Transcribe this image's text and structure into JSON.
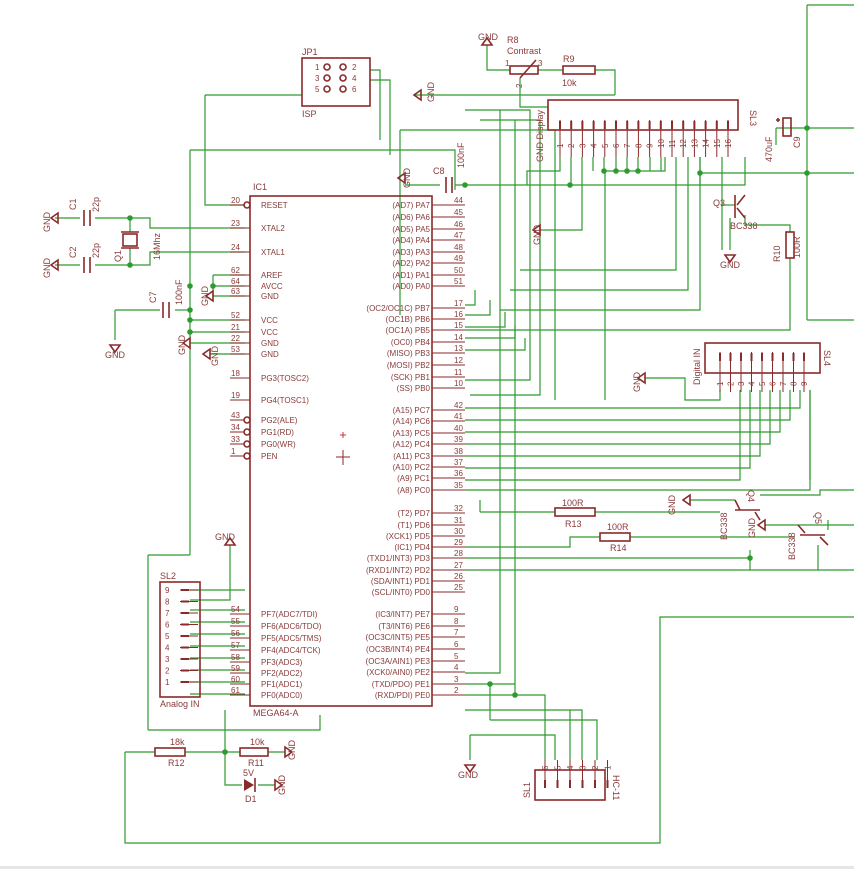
{
  "ic": {
    "name": "IC1",
    "value": "MEGA64-A",
    "left_pins": [
      {
        "num": "20",
        "name": "RESET"
      },
      {
        "num": "23",
        "name": "XTAL2"
      },
      {
        "num": "24",
        "name": "XTAL1"
      },
      {
        "num": "62",
        "name": "AREF"
      },
      {
        "num": "64",
        "name": "AVCC"
      },
      {
        "num": "63",
        "name": "GND"
      },
      {
        "num": "52",
        "name": "VCC"
      },
      {
        "num": "21",
        "name": "VCC"
      },
      {
        "num": "22",
        "name": "GND"
      },
      {
        "num": "53",
        "name": "GND"
      },
      {
        "num": "18",
        "name": "PG3(TOSC2)"
      },
      {
        "num": "19",
        "name": "PG4(TOSC1)"
      },
      {
        "num": "43",
        "name": "PG2(ALE)"
      },
      {
        "num": "34",
        "name": "PG1(RD)"
      },
      {
        "num": "33",
        "name": "PG0(WR)"
      },
      {
        "num": "1",
        "name": "PEN"
      },
      {
        "num": "54",
        "name": "PF7(ADC7/TDI)"
      },
      {
        "num": "55",
        "name": "PF6(ADC6/TDO)"
      },
      {
        "num": "56",
        "name": "PF5(ADC5/TMS)"
      },
      {
        "num": "57",
        "name": "PF4(ADC4/TCK)"
      },
      {
        "num": "58",
        "name": "PF3(ADC3)"
      },
      {
        "num": "59",
        "name": "PF2(ADC2)"
      },
      {
        "num": "60",
        "name": "PF1(ADC1)"
      },
      {
        "num": "61",
        "name": "PF0(ADC0)"
      }
    ],
    "right_pins": [
      {
        "num": "44",
        "name": "(AD7) PA7"
      },
      {
        "num": "45",
        "name": "(AD6) PA6"
      },
      {
        "num": "46",
        "name": "(AD5) PA5"
      },
      {
        "num": "47",
        "name": "(AD4) PA4"
      },
      {
        "num": "48",
        "name": "(AD3) PA3"
      },
      {
        "num": "49",
        "name": "(AD2) PA2"
      },
      {
        "num": "50",
        "name": "(AD1) PA1"
      },
      {
        "num": "51",
        "name": "(AD0) PA0"
      },
      {
        "num": "17",
        "name": "(OC2/OC1C) PB7"
      },
      {
        "num": "16",
        "name": "(OC1B) PB6"
      },
      {
        "num": "15",
        "name": "(OC1A) PB5"
      },
      {
        "num": "14",
        "name": "(OC0) PB4"
      },
      {
        "num": "13",
        "name": "(MISO) PB3"
      },
      {
        "num": "12",
        "name": "(MOSI) PB2"
      },
      {
        "num": "11",
        "name": "(SCK) PB1"
      },
      {
        "num": "10",
        "name": "(SS) PB0"
      },
      {
        "num": "42",
        "name": "(A15) PC7"
      },
      {
        "num": "41",
        "name": "(A14) PC6"
      },
      {
        "num": "40",
        "name": "(A13) PC5"
      },
      {
        "num": "39",
        "name": "(A12) PC4"
      },
      {
        "num": "38",
        "name": "(A11) PC3"
      },
      {
        "num": "37",
        "name": "(A10) PC2"
      },
      {
        "num": "36",
        "name": "(A9) PC1"
      },
      {
        "num": "35",
        "name": "(A8) PC0"
      },
      {
        "num": "32",
        "name": "(T2) PD7"
      },
      {
        "num": "31",
        "name": "(T1) PD6"
      },
      {
        "num": "30",
        "name": "(XCK1) PD5"
      },
      {
        "num": "29",
        "name": "(IC1) PD4"
      },
      {
        "num": "28",
        "name": "(TXD1/INT3) PD3"
      },
      {
        "num": "27",
        "name": "(RXD1/INT2) PD2"
      },
      {
        "num": "26",
        "name": "(SDA/INT1) PD1"
      },
      {
        "num": "25",
        "name": "(SCL/INT0) PD0"
      },
      {
        "num": "9",
        "name": "(IC3/INT7) PE7"
      },
      {
        "num": "8",
        "name": "(T3/INT6) PE6"
      },
      {
        "num": "7",
        "name": "(OC3C/INT5) PE5"
      },
      {
        "num": "6",
        "name": "(OC3B/INT4) PE4"
      },
      {
        "num": "5",
        "name": "(OC3A/AIN1) PE3"
      },
      {
        "num": "4",
        "name": "(XCK0/AIN0) PE2"
      },
      {
        "num": "3",
        "name": "(TXD/PDO) PE1"
      },
      {
        "num": "2",
        "name": "(RXD/PDI) PE0"
      }
    ]
  },
  "parts": {
    "c1": {
      "name": "C1",
      "value": "22p"
    },
    "c2": {
      "name": "C2",
      "value": "22p"
    },
    "q1": {
      "name": "Q1",
      "value": "16Mhz"
    },
    "c7": {
      "name": "C7",
      "value": "100nF"
    },
    "c8": {
      "name": "C8",
      "value": "100nF"
    },
    "c9": {
      "name": "C9",
      "value": "470uF"
    },
    "jp1": {
      "name": "JP1",
      "value": "ISP",
      "pins": [
        "1",
        "2",
        "3",
        "4",
        "5",
        "6"
      ]
    },
    "r8": {
      "name": "R8",
      "value": "Contrast",
      "pins": [
        "1",
        "2",
        "3"
      ]
    },
    "r9": {
      "name": "R9",
      "value": "10k"
    },
    "r10": {
      "name": "R10",
      "value": "100R"
    },
    "r11": {
      "name": "R11",
      "value": "10k"
    },
    "r12": {
      "name": "R12",
      "value": "18k"
    },
    "r13": {
      "name": "R13",
      "value": "100R"
    },
    "r14": {
      "name": "R14",
      "value": "100R"
    },
    "q3": {
      "name": "Q3",
      "value": "BC338"
    },
    "q4": {
      "name": "Q4",
      "value": "BC338"
    },
    "q5": {
      "name": "Q5",
      "value": "BC338"
    },
    "d1": {
      "name": "D1",
      "value": "5V"
    },
    "sl1": {
      "name": "SL1",
      "value": "HC-11",
      "pins": [
        "6",
        "5",
        "4",
        "3",
        "2",
        "1"
      ]
    },
    "sl2": {
      "name": "SL2",
      "value": "Analog IN",
      "pins": [
        "9",
        "8",
        "7",
        "6",
        "5",
        "4",
        "3",
        "2",
        "1"
      ]
    },
    "sl3": {
      "name": "SL3",
      "value": "GND Display",
      "pins": [
        "1",
        "2",
        "3",
        "4",
        "5",
        "6",
        "7",
        "8",
        "9",
        "10",
        "11",
        "12",
        "13",
        "14",
        "15",
        "16"
      ]
    },
    "sl4": {
      "name": "SL4",
      "value": "Digital IN",
      "pins": [
        "1",
        "2",
        "3",
        "4",
        "5",
        "6",
        "7",
        "8",
        "9"
      ]
    }
  },
  "gnd_label": "GND"
}
